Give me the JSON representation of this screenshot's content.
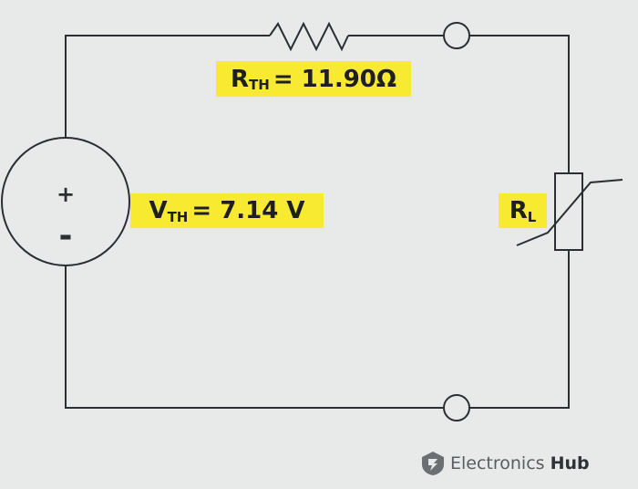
{
  "thevenin_resistance": {
    "symbol": "R",
    "subscript": "TH",
    "value_text": "= 11.90Ω"
  },
  "thevenin_voltage": {
    "symbol": "V",
    "subscript": "TH",
    "value_text": "= 7.14 V"
  },
  "source": {
    "plus": "+",
    "minus": "-"
  },
  "load_resistor": {
    "symbol": "R",
    "subscript": "L"
  },
  "watermark": {
    "name_light": "Electronics",
    "name_bold": "Hub"
  },
  "colors": {
    "background": "#e8eaea",
    "wire": "#2b2f33",
    "highlight": "#f8ea31"
  }
}
